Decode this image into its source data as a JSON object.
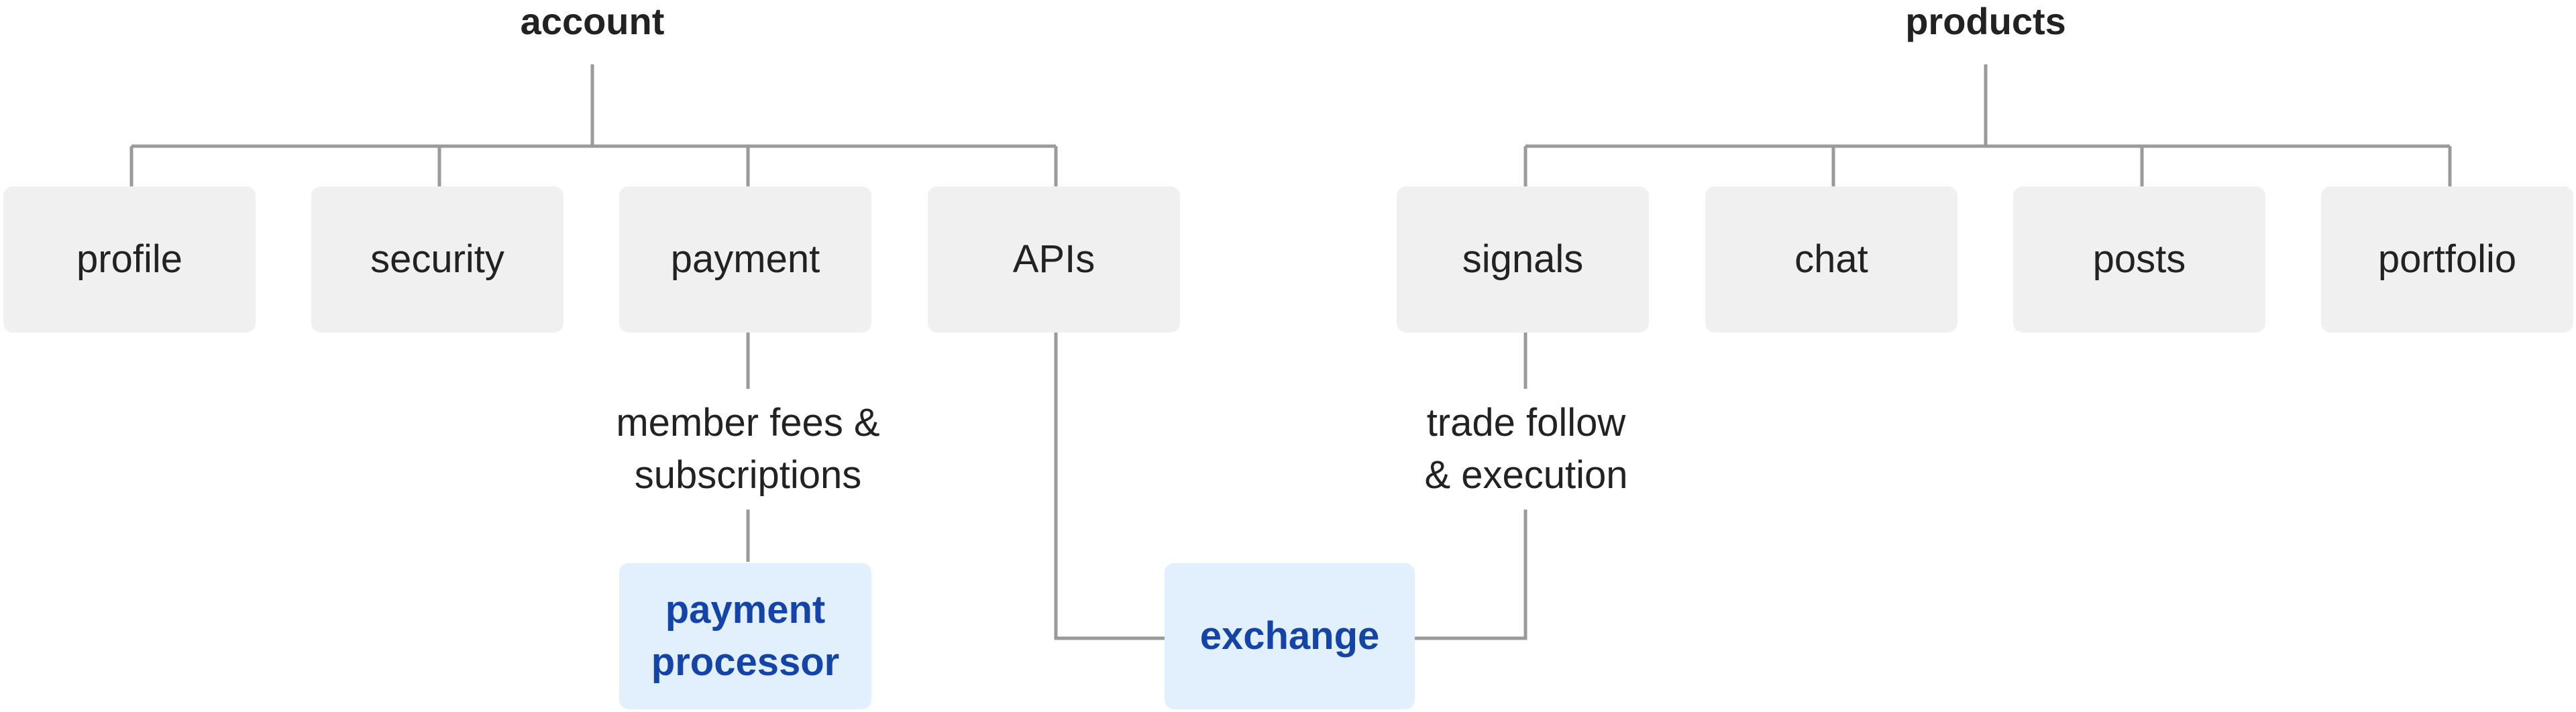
{
  "headings": {
    "account": "account",
    "products": "products"
  },
  "nodes": {
    "profile": "profile",
    "security": "security",
    "payment": "payment",
    "apis": "APIs",
    "signals": "signals",
    "chat": "chat",
    "posts": "posts",
    "portfolio": "portfolio",
    "payment_processor": "payment\nprocessor",
    "exchange": "exchange"
  },
  "edge_labels": {
    "payment_to_processor": "member fees &\nsubscriptions",
    "signals_to_exchange": "trade follow\n& execution"
  },
  "colors": {
    "line": "#9a9a9a",
    "node_fill": "#f0f0f0",
    "highlight_fill": "#e1f0fc",
    "highlight_text": "#1544a8"
  }
}
